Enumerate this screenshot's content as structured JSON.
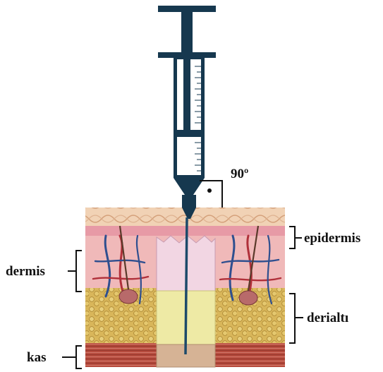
{
  "angle": {
    "text": "90º"
  },
  "labels": {
    "epidermis": "epidermis",
    "dermis": "dermis",
    "derialti": "derialtı",
    "kas": "kas"
  },
  "colors": {
    "syringe": "#16384f",
    "needle": "#1d4a6a",
    "epidermis_cut": "#f2d6e3",
    "fat_cut": "#eeeaa5",
    "muscle_cut": "#d6b395",
    "fat_tissue": "#d7b45a",
    "muscle_tissue": "#b8483c",
    "vessels": "#2f4f8f"
  }
}
